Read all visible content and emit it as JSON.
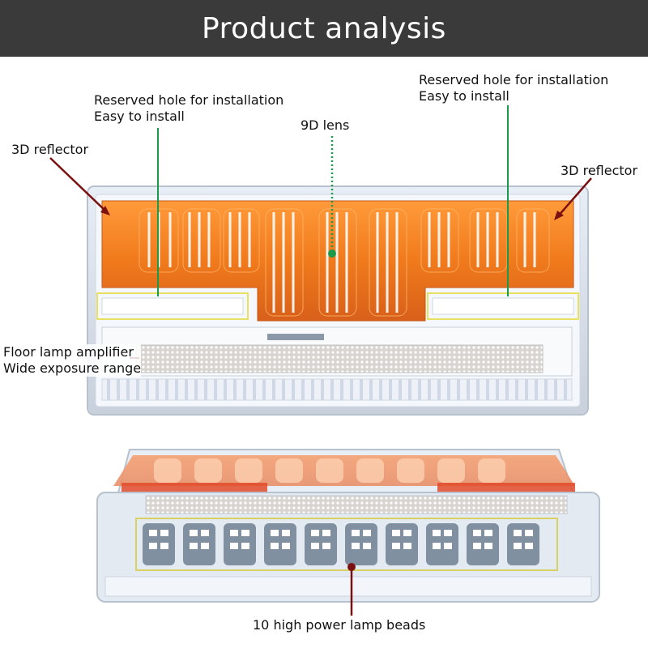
{
  "header": {
    "title": "Product analysis"
  },
  "labels": {
    "reserved_left": [
      "Reserved hole for installation",
      "Easy to install"
    ],
    "reserved_right": [
      "Reserved hole for installation",
      "Easy to install"
    ],
    "reflector_left": "3D reflector",
    "reflector_right": "3D reflector",
    "lens": "9D lens",
    "floor_lamp": [
      "Floor lamp amplifier",
      "Wide exposure range"
    ],
    "beads": "10 high power lamp beads"
  },
  "colors": {
    "header_bg": "#3a3a3a",
    "amber": "#f07a1c",
    "leader_dark_red": "#7a1010",
    "leader_green": "#1a9a4a",
    "highlight_yellow": "#e8e060"
  }
}
